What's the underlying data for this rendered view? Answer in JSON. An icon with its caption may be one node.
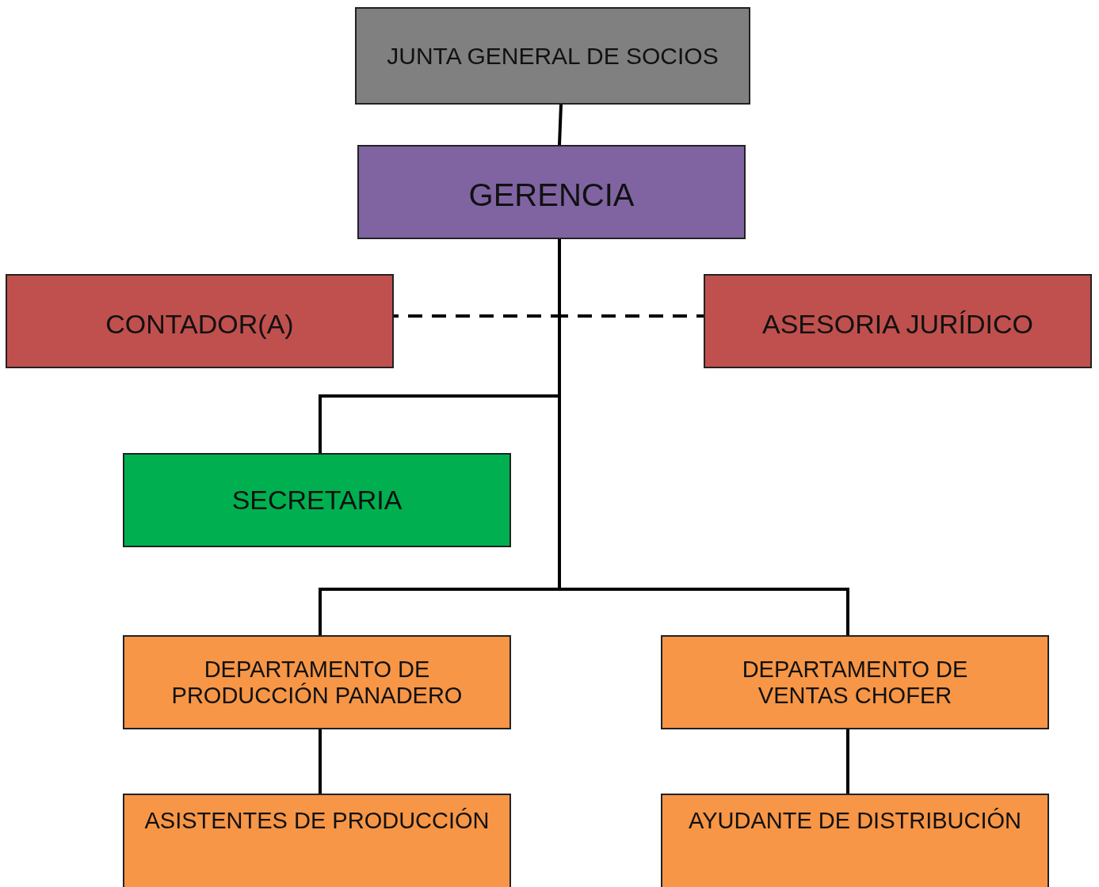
{
  "diagram": {
    "nodes": [
      {
        "text": [
          "JUNTA GENERAL DE SOCIOS"
        ]
      },
      {
        "text": [
          "GERENCIA"
        ]
      },
      {
        "text": [
          "CONTADOR(A)"
        ]
      },
      {
        "text": [
          "ASESORIA JURÍDICO"
        ]
      },
      {
        "text": [
          "SECRETARIA"
        ]
      },
      {
        "text": [
          "DEPARTAMENTO DE PRODUCCIÓN PANADERO"
        ]
      },
      {
        "text": [
          "DEPARTAMENTO DE VENTAS CHOFER"
        ]
      },
      {
        "text": [
          "ASISTENTES DE PRODUCCIÓN"
        ]
      },
      {
        "text": [
          "AYUDANTE DE DISTRIBUCIÓN"
        ]
      }
    ],
    "edges": [
      {
        "from": 0,
        "to": 1,
        "arrow": "none"
      },
      {
        "from": 1,
        "to": 2,
        "arrow": "none",
        "style": "dashed"
      },
      {
        "from": 1,
        "to": 3,
        "arrow": "none",
        "style": "dashed"
      },
      {
        "from": 1,
        "to": 4,
        "arrow": "none"
      },
      {
        "from": 1,
        "to": 5,
        "arrow": "none"
      },
      {
        "from": 1,
        "to": 6,
        "arrow": "none"
      },
      {
        "from": 5,
        "to": 7,
        "arrow": "none"
      },
      {
        "from": 6,
        "to": 8,
        "arrow": "none"
      }
    ]
  }
}
